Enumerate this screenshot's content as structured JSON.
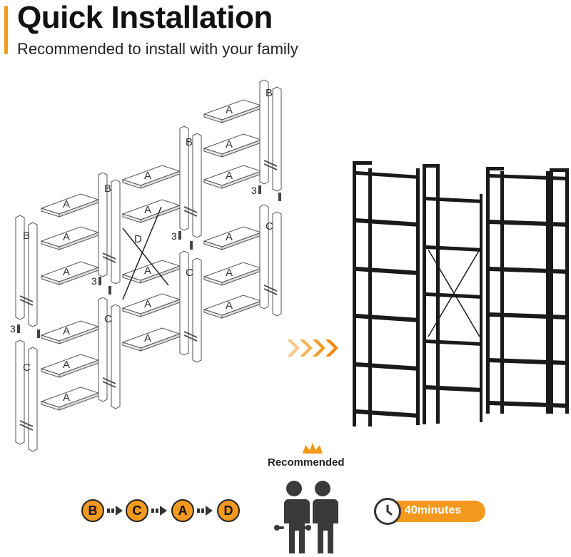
{
  "header": {
    "title": "Quick Installation",
    "subtitle": "Recommended to install with your family"
  },
  "parts": {
    "panel_a": "A",
    "frame_b": "B",
    "frame_c": "C",
    "brace_d": "D",
    "screw_qty": "3"
  },
  "recommendation": {
    "label": "Recommended",
    "people_icon": "two-people-with-wrenches-icon",
    "crown_icon": "crown-icon"
  },
  "steps": [
    "B",
    "C",
    "A",
    "D"
  ],
  "time": {
    "icon": "clock-icon",
    "label": "40minutes"
  },
  "colors": {
    "accent": "#f39a1e",
    "dark": "#222222"
  }
}
